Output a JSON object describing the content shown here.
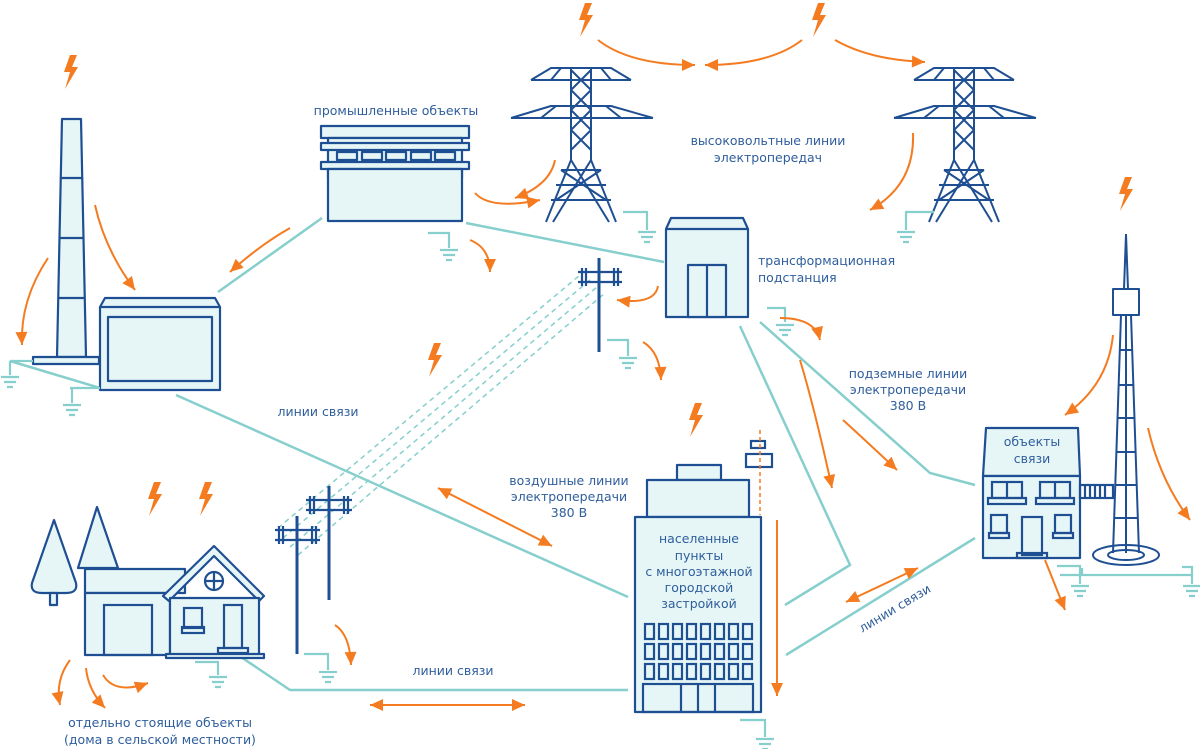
{
  "diagram": {
    "title": "Схема электроснабжения и связи",
    "colors": {
      "building_stroke": "#1f4f93",
      "building_fill": "#e6f6f7",
      "wire": "#86cfcd",
      "arrow": "#f47b20",
      "label_text": "#2f5e9c"
    },
    "labels": {
      "industrial": "промышленные объекты",
      "high_voltage_line1": "высоковольтные линии",
      "high_voltage_line2": "электропередач",
      "substation_line1": "трансформационная",
      "substation_line2": "подстанция",
      "underground_line1": "подземные линии",
      "underground_line2": "электропередачи",
      "underground_line3": "380 В",
      "comms_objects_line1": "объекты",
      "comms_objects_line2": "связи",
      "comm_lines_left": "линии связи",
      "overhead_line1": "воздушные линии",
      "overhead_line2": "электропередачи",
      "overhead_line3": "380 В",
      "city_line1": "населенные",
      "city_line2": "пункты",
      "city_line3": "с многоэтажной",
      "city_line4": "городской",
      "city_line5": "застройкой",
      "comm_lines_right": "линии связи",
      "comm_lines_bottom": "линии связи",
      "rural_line1": "отдельно стоящие объекты",
      "rural_line2": "(дома в сельской местности)"
    },
    "icons": [
      "power-plant-icon",
      "industrial-building-icon",
      "transmission-tower-icon",
      "substation-icon",
      "utility-pole-icon",
      "apartment-building-icon",
      "communications-building-icon",
      "radio-tower-icon",
      "rural-house-icon",
      "tree-icon",
      "lightning-bolt-icon",
      "ground-symbol-icon",
      "arrow-icon"
    ]
  }
}
